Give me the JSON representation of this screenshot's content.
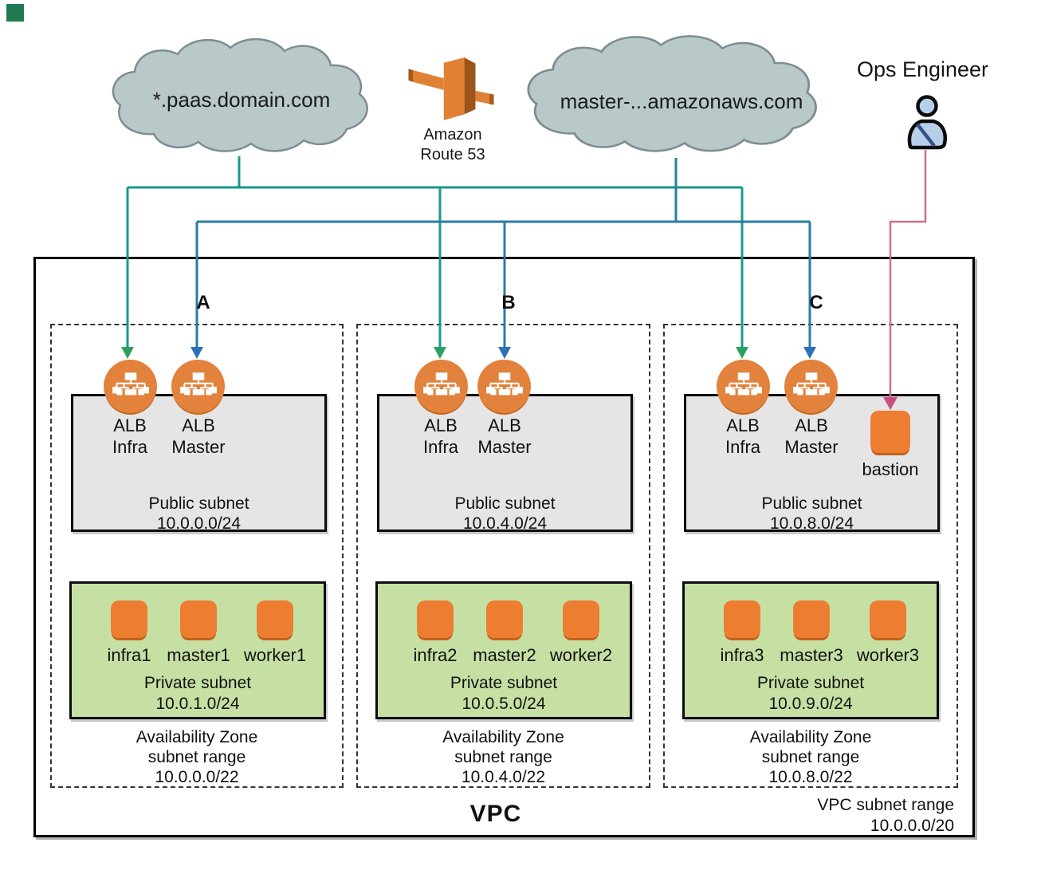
{
  "clouds": {
    "left_label": "*.paas.domain.com",
    "right_label": "master-...amazonaws.com"
  },
  "route53": {
    "line1": "Amazon",
    "line2": "Route 53"
  },
  "ops": {
    "label": "Ops Engineer"
  },
  "zones": [
    {
      "letter": "A",
      "public_title": "Public subnet",
      "public_cidr": "10.0.0.0/24",
      "alb1_line1": "ALB",
      "alb1_line2": "Infra",
      "alb2_line1": "ALB",
      "alb2_line2": "Master",
      "nodes": [
        "infra1",
        "master1",
        "worker1"
      ],
      "private_title": "Private subnet",
      "private_cidr": "10.0.1.0/24",
      "az1": "Availability Zone",
      "az2": "subnet range",
      "az3": "10.0.0.0/22"
    },
    {
      "letter": "B",
      "public_title": "Public subnet",
      "public_cidr": "10.0.4.0/24",
      "alb1_line1": "ALB",
      "alb1_line2": "Infra",
      "alb2_line1": "ALB",
      "alb2_line2": "Master",
      "nodes": [
        "infra2",
        "master2",
        "worker2"
      ],
      "private_title": "Private subnet",
      "private_cidr": "10.0.5.0/24",
      "az1": "Availability Zone",
      "az2": "subnet range",
      "az3": "10.0.4.0/22"
    },
    {
      "letter": "C",
      "public_title": "Public subnet",
      "public_cidr": "10.0.8.0/24",
      "alb1_line1": "ALB",
      "alb1_line2": "Infra",
      "alb2_line1": "ALB",
      "alb2_line2": "Master",
      "nodes": [
        "infra3",
        "master3",
        "worker3"
      ],
      "private_title": "Private subnet",
      "private_cidr": "10.0.9.0/24",
      "az1": "Availability Zone",
      "az2": "subnet range",
      "az3": "10.0.8.0/22",
      "bastion_label": "bastion"
    }
  ],
  "vpc": {
    "label": "VPC",
    "range1": "VPC subnet range",
    "range2": "10.0.0.0/20"
  },
  "colors": {
    "infra_line": "#17998b",
    "infra_arrow": "#2ba061",
    "master_line": "#2a7da0",
    "master_arrow": "#2d72b8",
    "ops_line": "#c7708f",
    "ops_arrow": "#ca4e85",
    "node_orange": "#ed7d31",
    "alb_orange": "#e2823c",
    "cloud_fill": "#b9c8c9",
    "public_gray": "#e5e5e5",
    "private_green": "#c6e0a4",
    "corner_marker": "#1f7a52"
  }
}
